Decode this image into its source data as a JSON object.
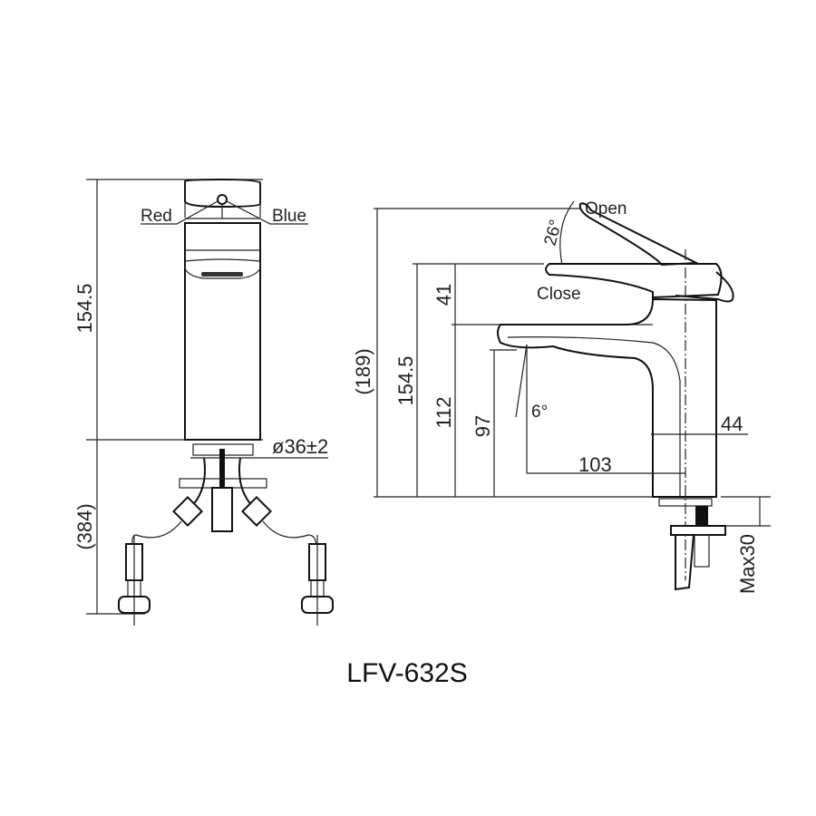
{
  "model": "LFV-632S",
  "front_view": {
    "labels": {
      "red": "Red",
      "blue": "Blue"
    },
    "dimensions": {
      "height": "154.5",
      "hose_length": "(384)",
      "hole_diameter": "ø36±2"
    }
  },
  "side_view": {
    "labels": {
      "open": "Open",
      "close": "Close",
      "open_angle": "26°",
      "spout_angle": "6°"
    },
    "dimensions": {
      "total_height": "(189)",
      "height": "154.5",
      "lever_height": "41",
      "spout_height": "112",
      "outlet_height": "97",
      "reach": "103",
      "body_depth": "44",
      "max_counter": "Max30"
    }
  }
}
